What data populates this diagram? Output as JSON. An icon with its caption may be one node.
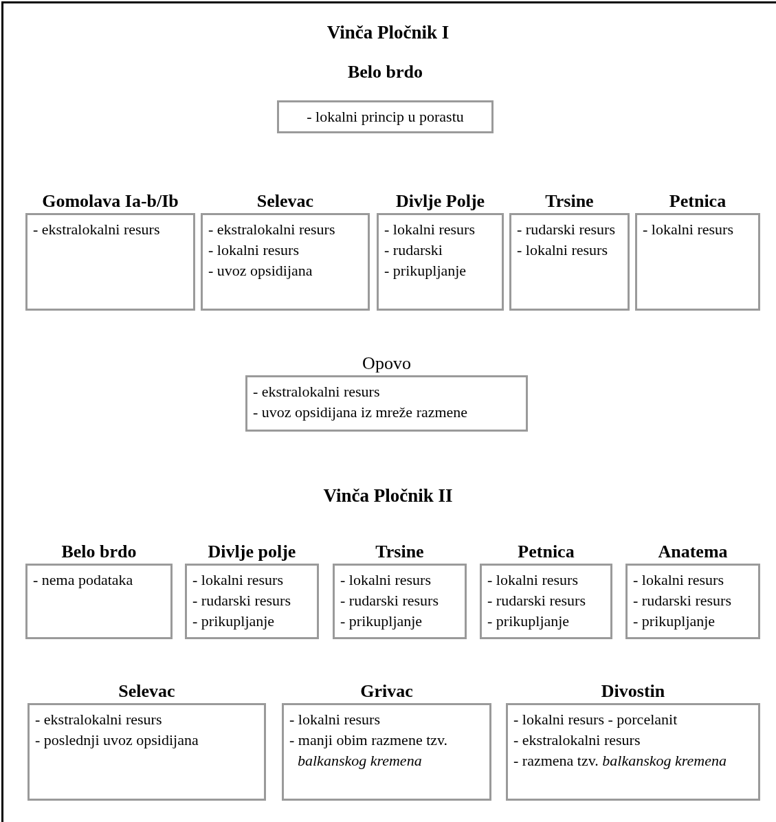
{
  "diagram": {
    "nodes": [
      {
        "text": [
          "Belo brdo",
          "- lokalni princip u porastu"
        ]
      },
      {
        "text": [
          "Gomolava Ia-b/Ib",
          "- ekstralokalni resurs"
        ]
      },
      {
        "text": [
          "Selevac",
          "- ekstralokalni resurs",
          "- lokalni resurs",
          "- uvoz opsidijana"
        ]
      },
      {
        "text": [
          "Divlje Polje",
          "- lokalni resurs",
          "- rudarski",
          "- prikupljanje"
        ]
      },
      {
        "text": [
          "Trsine",
          "- rudarski resurs",
          "- lokalni resurs"
        ]
      },
      {
        "text": [
          "Petnica",
          "- lokalni resurs"
        ]
      },
      {
        "text": [
          "Opovo",
          "- ekstralokalni resurs",
          "- uvoz opsidijana iz mreže razmene"
        ]
      },
      {
        "text": [
          "Belo brdo",
          "- nema podataka"
        ]
      },
      {
        "text": [
          "Divlje polje",
          "- lokalni resurs",
          "- rudarski resurs",
          "- prikupljanje"
        ]
      },
      {
        "text": [
          "Trsine",
          "- lokalni resurs",
          "- rudarski resurs",
          "- prikupljanje"
        ]
      },
      {
        "text": [
          "Petnica",
          "- lokalni resurs",
          "- rudarski resurs",
          "- prikupljanje"
        ]
      },
      {
        "text": [
          "Anatema",
          "- lokalni resurs",
          "- rudarski resurs",
          "- prikupljanje"
        ]
      },
      {
        "text": [
          "Selevac",
          "- ekstralokalni resurs",
          "- poslednji uvoz opsidijana"
        ]
      },
      {
        "text": [
          "Grivac",
          "- lokalni resurs",
          "- manji obim razmene tzv. *balkanskog kremena*"
        ]
      },
      {
        "text": [
          "Divostin",
          "- lokalni resurs - porcelanit",
          "- ekstralokalni resurs",
          "- razmena tzv. *balkanskog kremena*"
        ]
      }
    ],
    "edges": [],
    "labels": [
      "Vinča Pločnik I",
      "Vinča Pločnik II"
    ]
  }
}
